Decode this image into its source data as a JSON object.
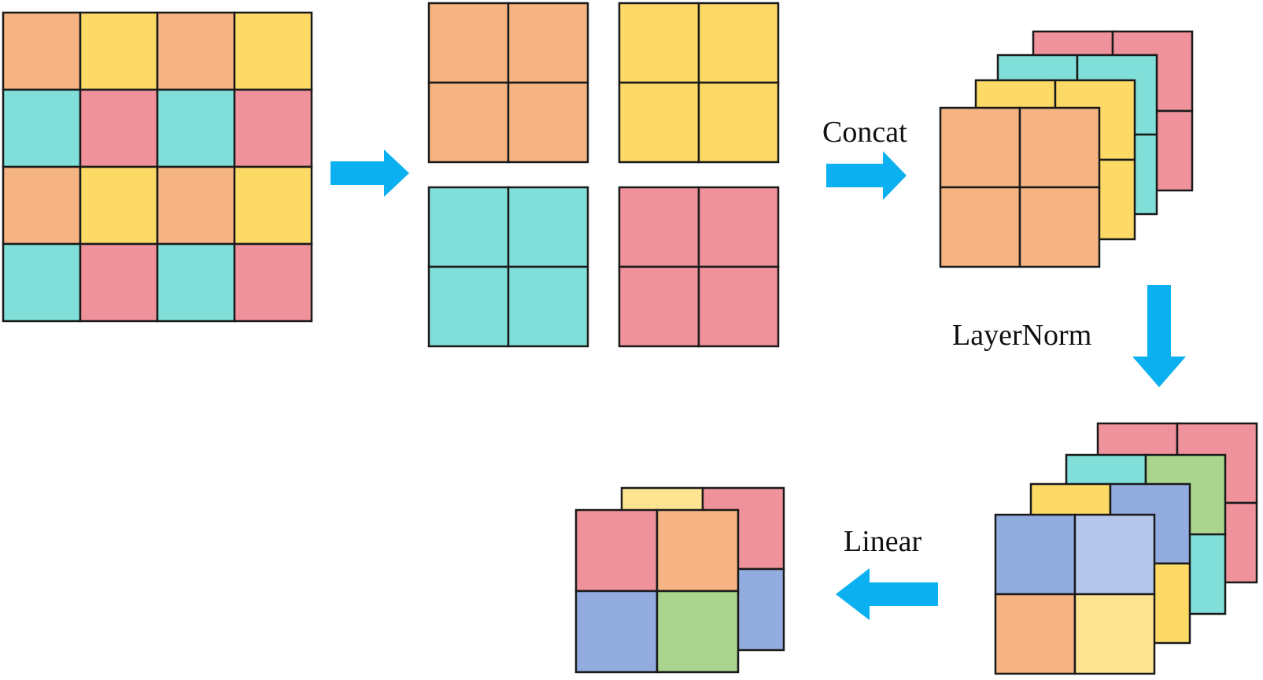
{
  "labels": {
    "concat": "Concat",
    "layernorm": "LayerNorm",
    "linear": "Linear"
  },
  "colors": {
    "orange": "#F5B482",
    "yellow": "#FDD966",
    "teal": "#80E0D9",
    "pink": "#EF929B",
    "blue": "#92ACE0",
    "lightblue": "#B5C7EA",
    "green": "#A9D58E",
    "lightyellow": "#FDE492",
    "arrow": "#0AB0EF",
    "stroke": "#1A1A1A"
  },
  "input_grid": [
    [
      "orange",
      "yellow",
      "orange",
      "yellow"
    ],
    [
      "teal",
      "pink",
      "teal",
      "pink"
    ],
    [
      "orange",
      "yellow",
      "orange",
      "yellow"
    ],
    [
      "teal",
      "pink",
      "teal",
      "pink"
    ]
  ],
  "split_groups": [
    "orange",
    "yellow",
    "teal",
    "pink"
  ],
  "concat_stack": [
    [
      [
        "pink",
        "pink"
      ],
      [
        "pink",
        "pink"
      ]
    ],
    [
      [
        "teal",
        "teal"
      ],
      [
        "teal",
        "teal"
      ]
    ],
    [
      [
        "yellow",
        "yellow"
      ],
      [
        "yellow",
        "yellow"
      ]
    ],
    [
      [
        "orange",
        "orange"
      ],
      [
        "orange",
        "orange"
      ]
    ]
  ],
  "norm_stack": [
    [
      [
        "pink",
        "pink"
      ],
      [
        "pink",
        "pink"
      ]
    ],
    [
      [
        "teal",
        "green"
      ],
      [
        "green",
        "teal"
      ]
    ],
    [
      [
        "yellow",
        "blue"
      ],
      [
        "blue",
        "yellow"
      ]
    ],
    [
      [
        "blue",
        "lightblue"
      ],
      [
        "orange",
        "lightyellow"
      ]
    ]
  ],
  "linear_stack": [
    [
      [
        "lightyellow",
        "pink"
      ],
      [
        "pink",
        "blue"
      ]
    ],
    [
      [
        "pink",
        "orange"
      ],
      [
        "blue",
        "green"
      ]
    ]
  ]
}
